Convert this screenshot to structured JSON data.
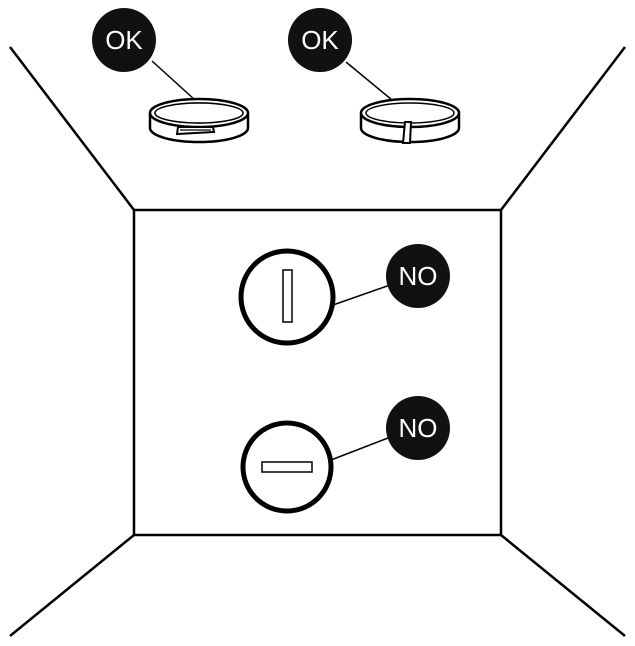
{
  "colors": {
    "ink": "#000000",
    "badge_fill": "#111111",
    "badge_text": "#ffffff",
    "paper": "#ffffff"
  },
  "badges": {
    "ceiling_horizontal": {
      "label": "OK",
      "status": "allowed"
    },
    "ceiling_vertical": {
      "label": "OK",
      "status": "allowed"
    },
    "wall_vertical": {
      "label": "NO",
      "status": "not-allowed"
    },
    "wall_horizontal": {
      "label": "NO",
      "status": "not-allowed"
    }
  },
  "icons": {
    "ceiling_horizontal": "smoke-detector-ceiling-slot-horizontal-icon",
    "ceiling_vertical": "smoke-detector-ceiling-slot-vertical-icon",
    "wall_vertical": "smoke-detector-wall-slot-vertical-icon",
    "wall_horizontal": "smoke-detector-wall-slot-horizontal-icon"
  }
}
